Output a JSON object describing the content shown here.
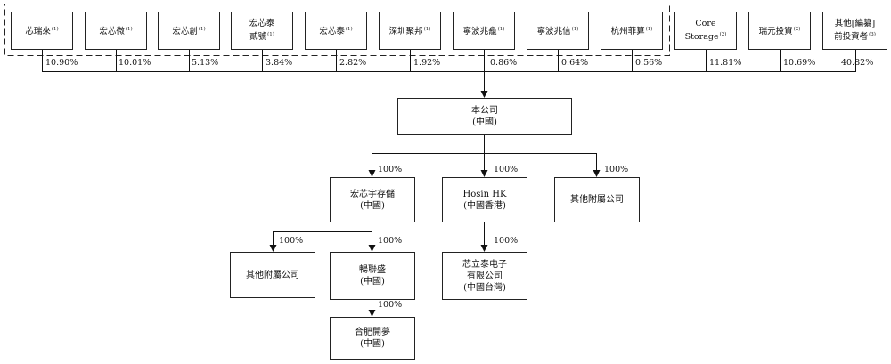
{
  "shareholders": [
    {
      "id": "s1",
      "name": "芯瑞來",
      "note": "(1)",
      "pct": "10.90%"
    },
    {
      "id": "s2",
      "name": "宏芯微",
      "note": "(1)",
      "pct": "10.01%"
    },
    {
      "id": "s3",
      "name": "宏芯創",
      "note": "(1)",
      "pct": "5.13%"
    },
    {
      "id": "s4",
      "name": "宏芯泰\n貳號",
      "note": "(1)",
      "pct": "3.84%"
    },
    {
      "id": "s5",
      "name": "宏芯泰",
      "note": "(1)",
      "pct": "2.82%"
    },
    {
      "id": "s6",
      "name": "深圳聚邦",
      "note": "(1)",
      "pct": "1.92%"
    },
    {
      "id": "s7",
      "name": "寧波兆龕",
      "note": "(1)",
      "pct": "0.86%"
    },
    {
      "id": "s8",
      "name": "寧波兆信",
      "note": "(1)",
      "pct": "0.64%"
    },
    {
      "id": "s9",
      "name": "杭州菲算",
      "note": "(1)",
      "pct": "0.56%"
    },
    {
      "id": "s10",
      "name": "Core\nStorage",
      "note": "(2)",
      "pct": "11.81%"
    },
    {
      "id": "s11",
      "name": "瑞元投資",
      "note": "(2)",
      "pct": "10.69%"
    },
    {
      "id": "s12",
      "name": "其他[編纂]\n前投資者",
      "note": "(3)",
      "pct": "40.82%"
    }
  ],
  "company": {
    "name": "本公司",
    "region": "(中國)"
  },
  "subsidiaries": {
    "hongxin": {
      "name": "宏芯宇存儲",
      "region": "(中國)",
      "pct": "100%"
    },
    "hosin": {
      "name": "Hosin HK",
      "region": "(中國香港)",
      "pct": "100%"
    },
    "other_top": {
      "name": "其他附屬公司",
      "pct": "100%"
    },
    "other_left": {
      "name": "其他附屬公司",
      "pct": "100%"
    },
    "changlian": {
      "name": "暢聯盛",
      "region": "(中國)",
      "pct": "100%"
    },
    "hefei": {
      "name": "合肥開夢",
      "region": "(中國)",
      "pct": "100%"
    },
    "taiwan": {
      "name": "芯立泰电子\n有限公司",
      "region": "(中國台灣)",
      "pct": "100%"
    }
  }
}
